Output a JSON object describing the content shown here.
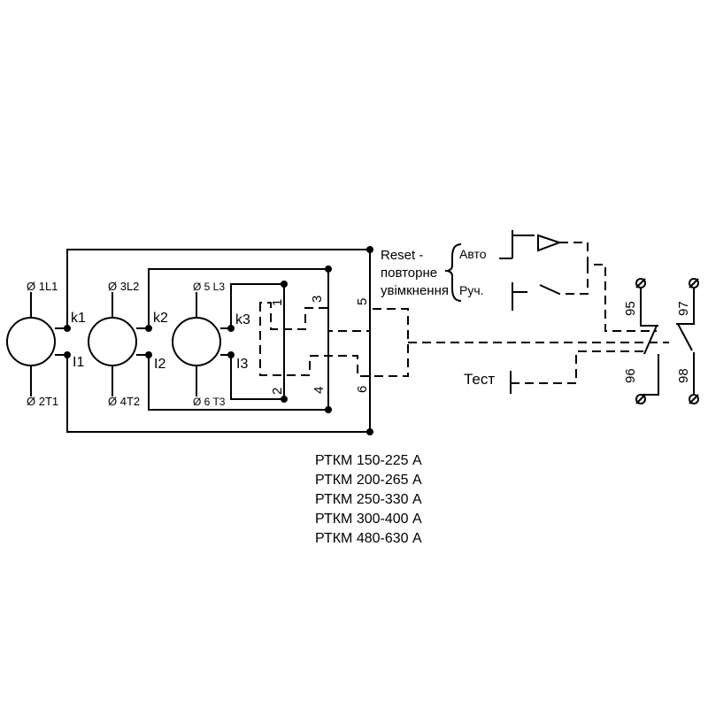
{
  "terminals": {
    "l1": "Ø 1L1",
    "t1": "Ø 2T1",
    "l2": "Ø 3L2",
    "t2": "Ø 4T2",
    "l3": "Ø 5 L3",
    "t3": "Ø 6 T3"
  },
  "ct_labels": {
    "k1": "k1",
    "i1": "I1",
    "k2": "k2",
    "i2": "I2",
    "k3": "k3",
    "i3": "I3"
  },
  "element_numbers": [
    "1",
    "2",
    "3",
    "4",
    "5",
    "6"
  ],
  "reset": {
    "line1": "Reset -",
    "line2": "повторне",
    "line3": "увімкнення",
    "auto": "Авто",
    "manual": "Руч."
  },
  "test_label": "Тест",
  "contacts": {
    "c95": "95",
    "c96": "96",
    "c97": "97",
    "c98": "98"
  },
  "models": [
    "РТКМ 150-225 А",
    "РТКМ 200-265 А",
    "РТКМ 250-330 А",
    "РТКМ 300-400 А",
    "РТКМ 480-630 А"
  ]
}
